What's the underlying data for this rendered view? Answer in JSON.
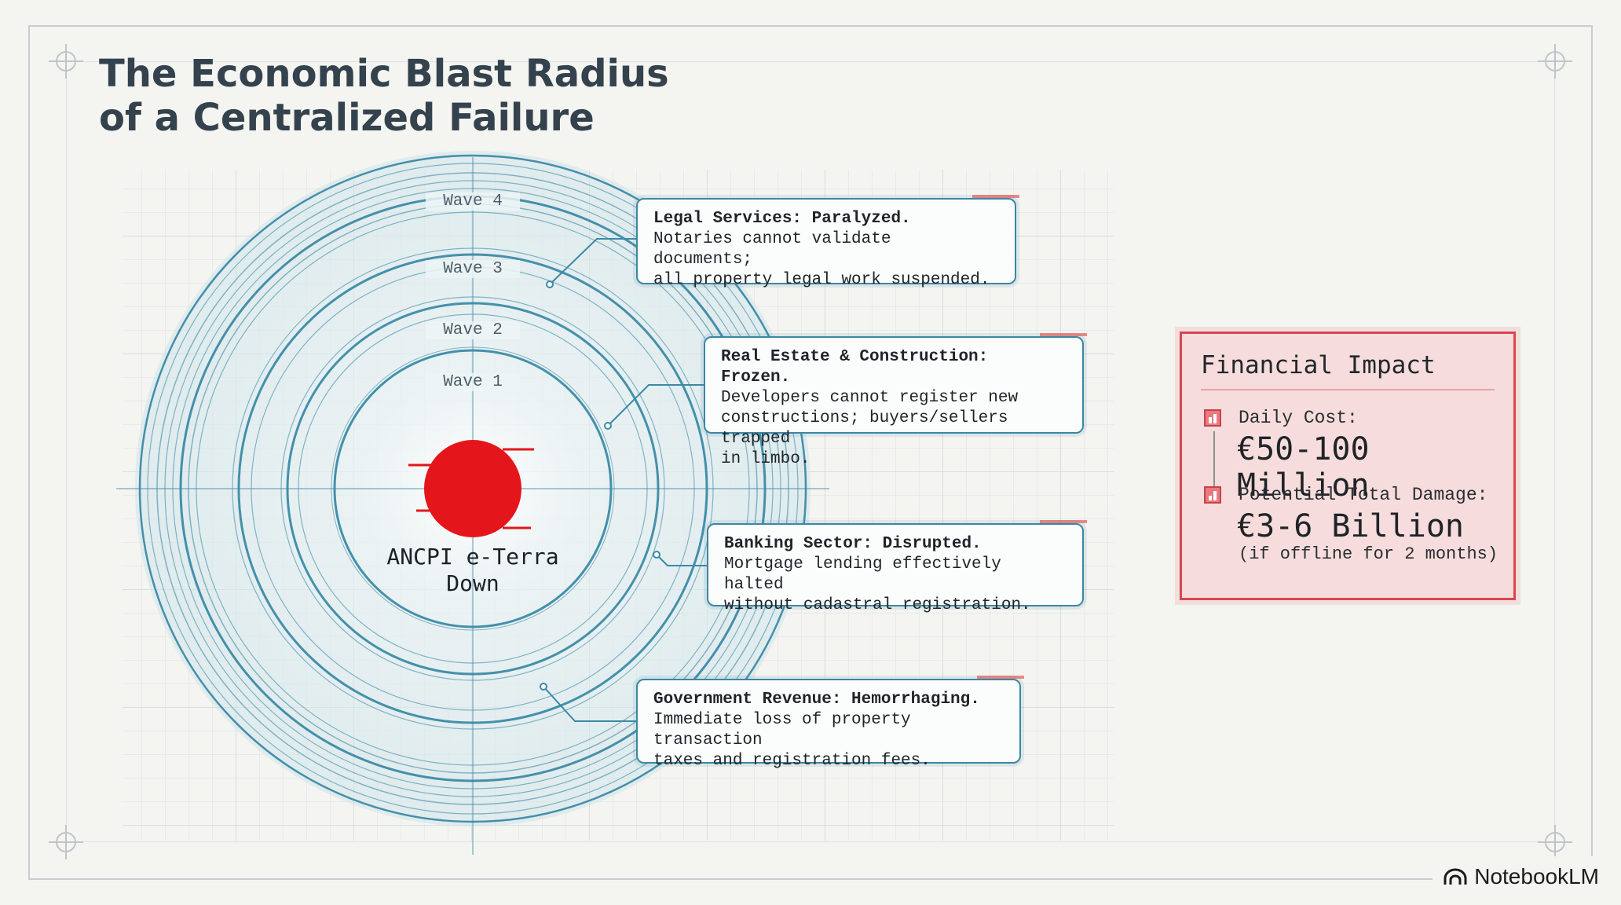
{
  "title": {
    "line1": "The Economic Blast Radius",
    "line2": "of a Centralized Failure"
  },
  "center": {
    "line1": "ANCPI e-Terra",
    "line2": "Down",
    "color": "#e5161b"
  },
  "waves": [
    "Wave 4",
    "Wave 3",
    "Wave 2",
    "Wave 1"
  ],
  "callouts": [
    {
      "heading": "Legal Services: Paralyzed.",
      "body": "Notaries cannot validate documents;\nall property legal work suspended."
    },
    {
      "heading": "Real Estate & Construction: Frozen.",
      "body": "Developers cannot register new\nconstructions; buyers/sellers trapped\nin limbo."
    },
    {
      "heading": "Banking Sector: Disrupted.",
      "body": "Mortgage lending effectively halted\nwithout cadastral registration."
    },
    {
      "heading": "Government Revenue: Hemorrhaging.",
      "body": "Immediate loss of property transaction\ntaxes and registration fees."
    }
  ],
  "financial_impact": {
    "title": "Financial Impact",
    "daily_label": "Daily Cost:",
    "daily_value": "€50-100 Million",
    "total_label": "Potential Total Damage:",
    "total_value": "€3-6 Billion",
    "total_note": "(if offline for 2 months)",
    "icons": [
      "building-icon",
      "chart-icon"
    ]
  },
  "brand": "NotebookLM",
  "colors": {
    "ring": "#3b8aa6",
    "accent_red": "#d9474d",
    "panel_bg": "#f6dcdc"
  }
}
